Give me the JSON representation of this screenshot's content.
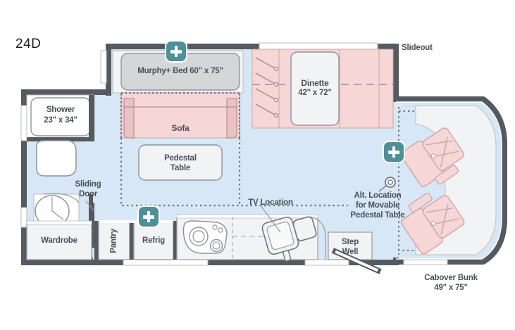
{
  "title": "24D",
  "colors": {
    "wall": "#555a60",
    "floor_blue": "#d8e7f5",
    "furniture_pink": "#f6d6d6",
    "furniture_gray": "#d4d6d8",
    "panel_white": "#f2f3f4",
    "badge_teal": "#4f9096",
    "text": "#4a4f57",
    "title_text": "#1b1b1b"
  },
  "labels": {
    "slideout": "Slideout",
    "murphy_bed": "Murphy+ Bed 60\" x 75\"",
    "dinette_name": "Dinette",
    "dinette_size": "42\" x 72\"",
    "sofa": "Sofa",
    "pedestal_table_line1": "Pedestal",
    "pedestal_table_line2": "Table",
    "shower_name": "Shower",
    "shower_size": "23\" x 34\"",
    "sliding_door_line1": "Sliding",
    "sliding_door_line2": "Door",
    "wardrobe": "Wardrobe",
    "pantry": "Pantry",
    "refrig": "Refrig",
    "tv_location": "TV Location",
    "alt_location_line1": "Alt. Location",
    "alt_location_line2": "for Movable",
    "alt_location_line3": "Pedestal Table",
    "step_well_line1": "Step",
    "step_well_line2": "Well",
    "cabover_bunk_name": "Cabover Bunk",
    "cabover_bunk_size": "49\" x 75\""
  },
  "icons": {
    "plus_murphy": "plus-icon",
    "plus_refrig": "plus-icon",
    "plus_cab": "plus-icon",
    "alt_marker": "circle-marker-icon"
  }
}
